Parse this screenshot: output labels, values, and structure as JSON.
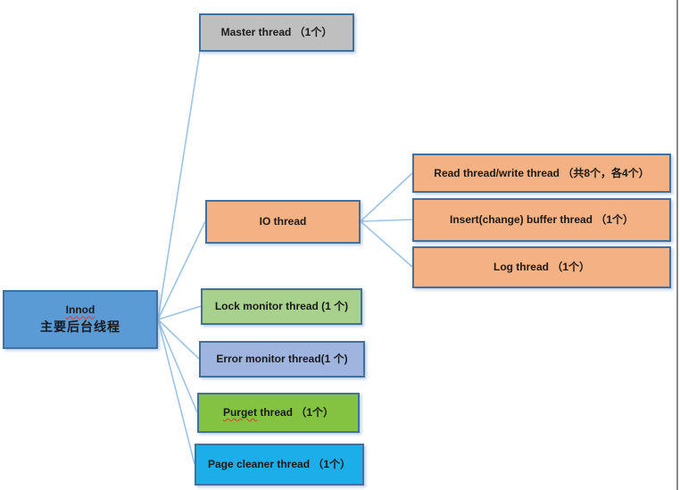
{
  "diagram": {
    "root": {
      "line1": "Innod",
      "line2": "主要后台线程",
      "fill": "#5B9BD5"
    },
    "nodes": {
      "master": {
        "label": "Master thread （1个）",
        "fill": "#BFBFBF"
      },
      "io": {
        "label": "IO thread",
        "fill": "#F4B183"
      },
      "read": {
        "label": "Read thread/write thread （共8个，各4个）",
        "fill": "#F4B183"
      },
      "insert": {
        "label": "Insert(change) buffer thread （1个）",
        "fill": "#F4B183"
      },
      "log": {
        "label": "Log thread （1个）",
        "fill": "#F4B183"
      },
      "lock": {
        "label": "Lock monitor thread (1 个)",
        "fill": "#A9D18E"
      },
      "error": {
        "label": "Error monitor thread(1 个)",
        "fill": "#9FB4DE"
      },
      "purget": {
        "word": "Purget",
        "rest": " thread （1个）",
        "fill": "#84C341"
      },
      "page": {
        "label": "Page cleaner thread （1个）",
        "fill": "#1BAEE8"
      }
    },
    "edges": [
      [
        "root",
        "master"
      ],
      [
        "root",
        "io"
      ],
      [
        "root",
        "lock"
      ],
      [
        "root",
        "error"
      ],
      [
        "root",
        "purget"
      ],
      [
        "root",
        "page"
      ],
      [
        "io",
        "read"
      ],
      [
        "io",
        "insert"
      ],
      [
        "io",
        "log"
      ]
    ],
    "colors": {
      "node_border": "#41719C",
      "connector": "#9DC3E6",
      "frame": "#8A8A8A",
      "spellcheck_underline": "#E03C31"
    }
  }
}
